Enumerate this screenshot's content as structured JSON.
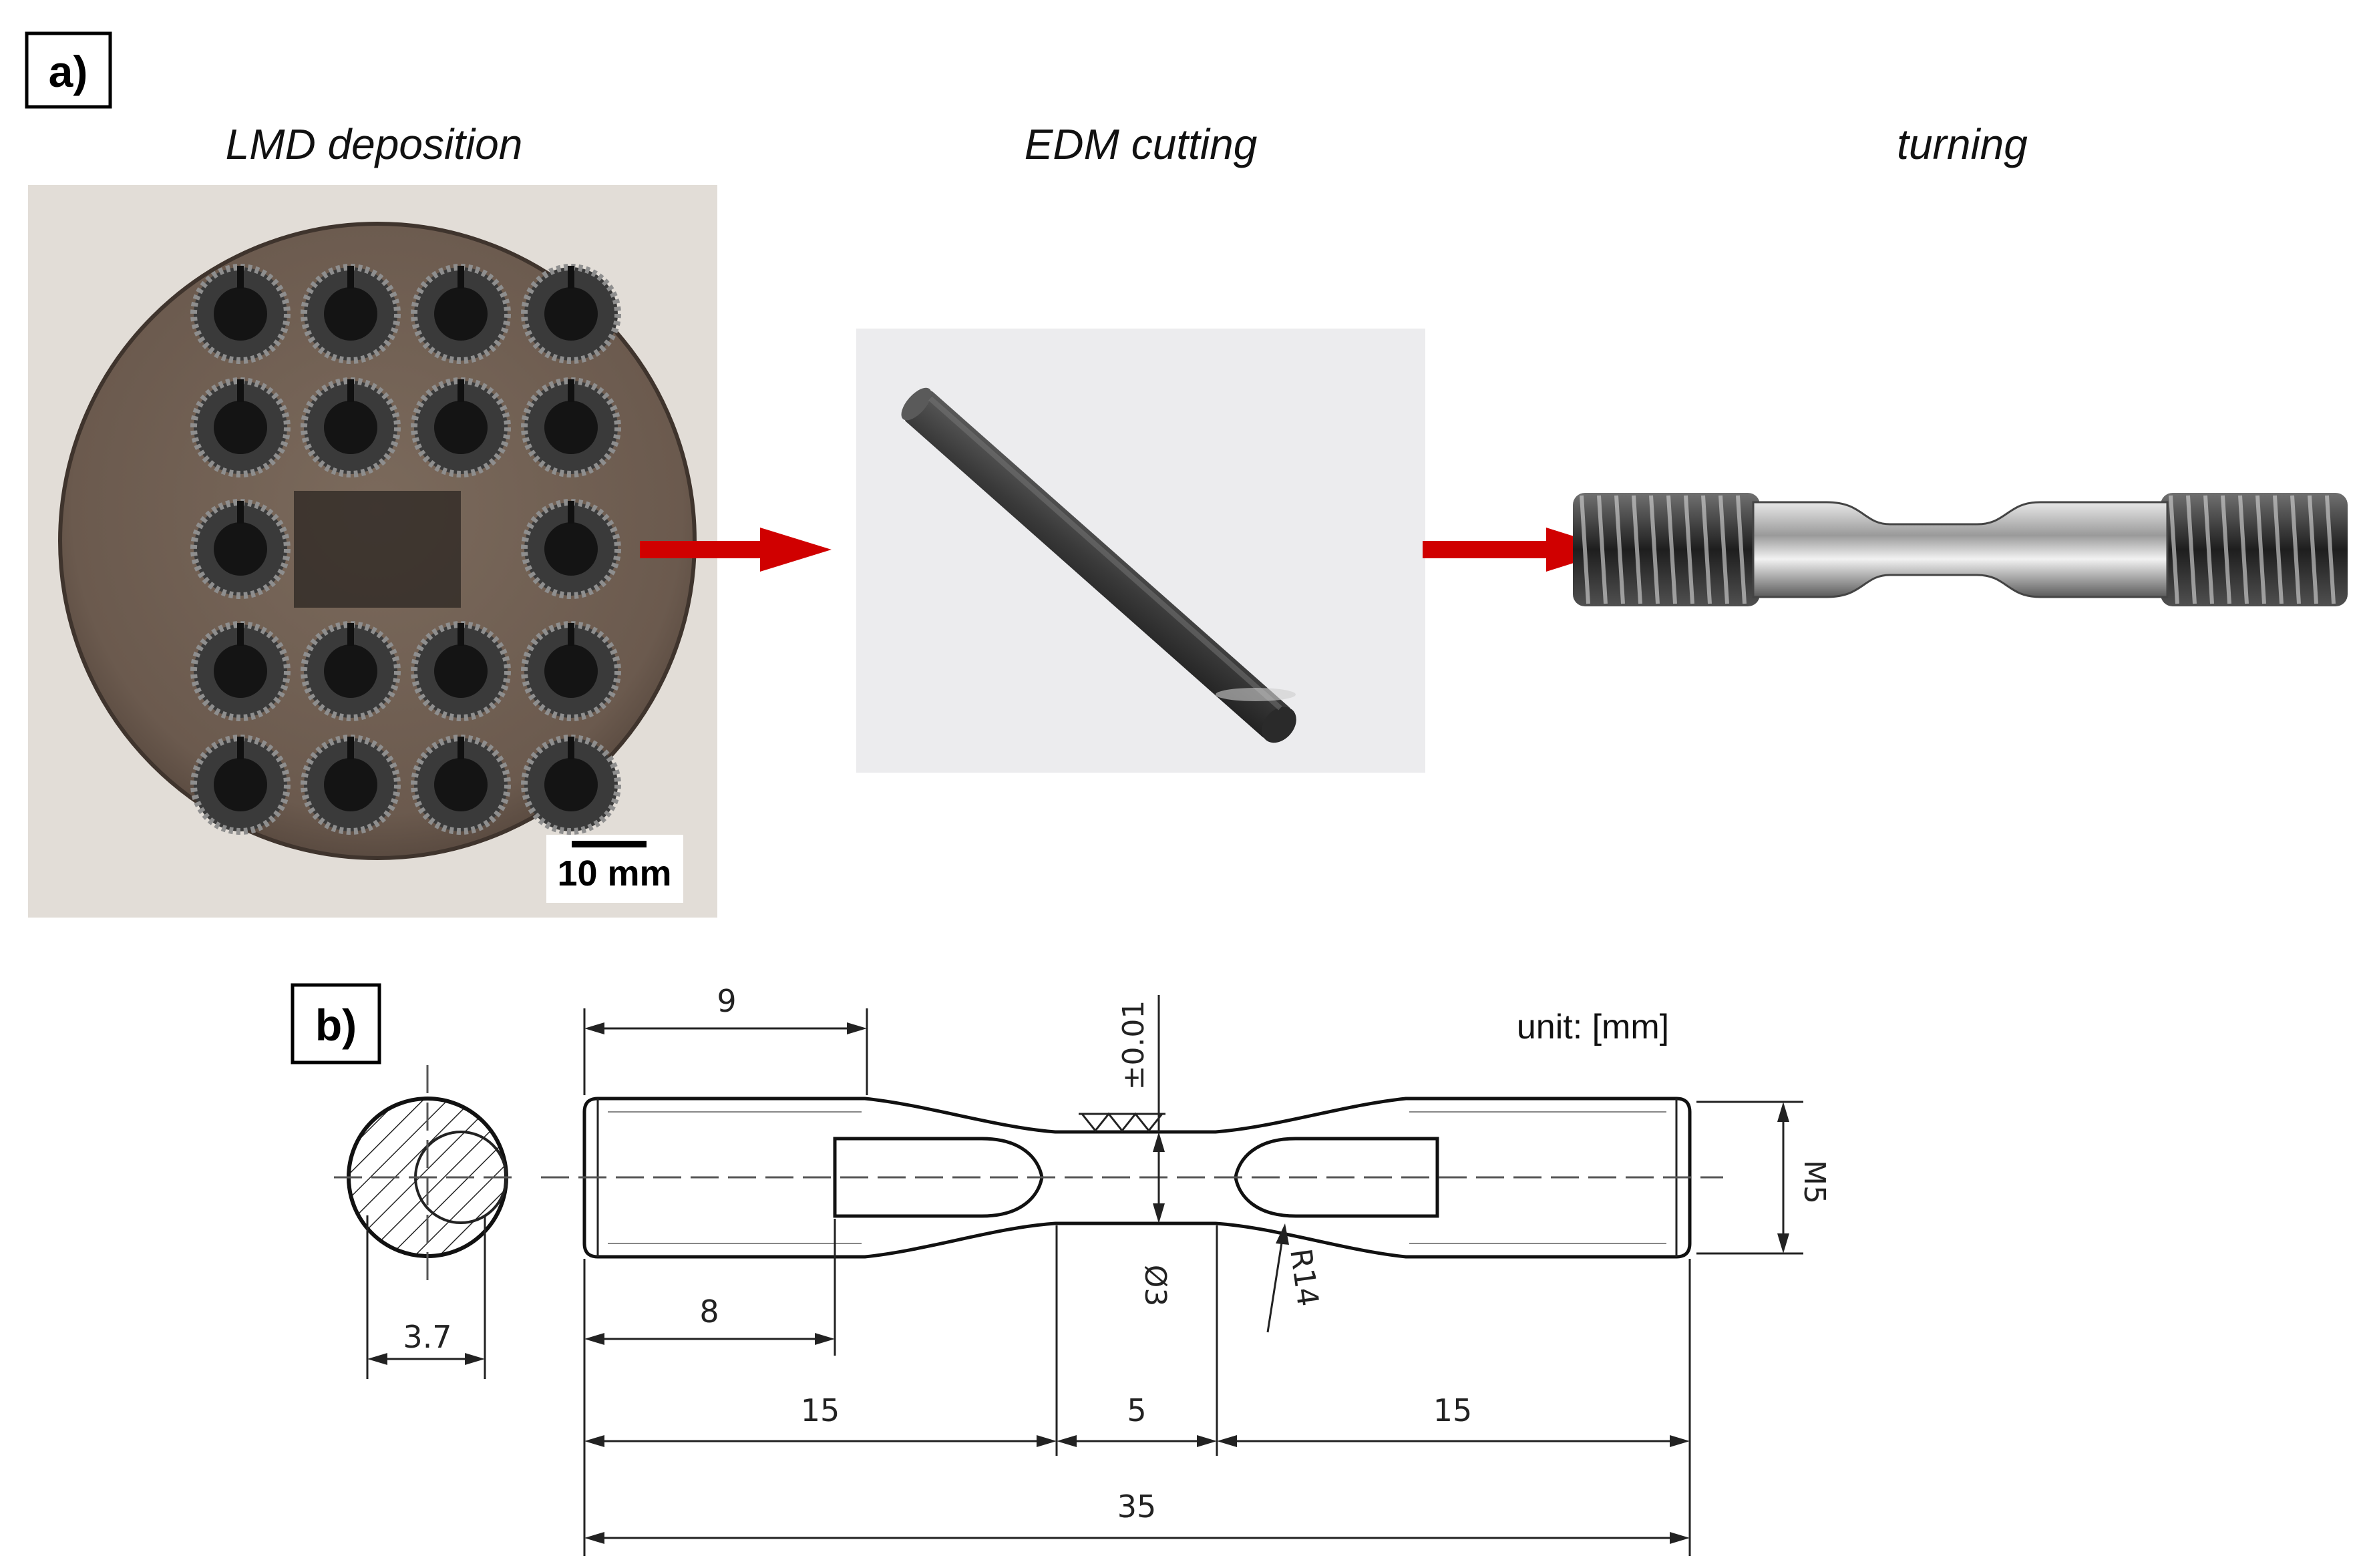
{
  "panel_a": {
    "label": "a)",
    "steps": [
      {
        "title": "LMD deposition"
      },
      {
        "title": "EDM cutting"
      },
      {
        "title": "turning"
      }
    ],
    "scale_bar": "10 mm"
  },
  "panel_b": {
    "label": "b)",
    "unit": "unit: [mm]",
    "dims": {
      "d9": "9",
      "d8": "8",
      "d37": "3.7",
      "d15a": "15",
      "d5": "5",
      "d15b": "15",
      "d35": "35",
      "tol": "±0.01",
      "dia3": "Ø3",
      "r14": "R14",
      "m5": "M5"
    }
  },
  "colors": {
    "arrow": "#d00000",
    "plate": "#6b5a4e",
    "tube": "#3a3a3a",
    "rod": "#3e3e3e"
  }
}
